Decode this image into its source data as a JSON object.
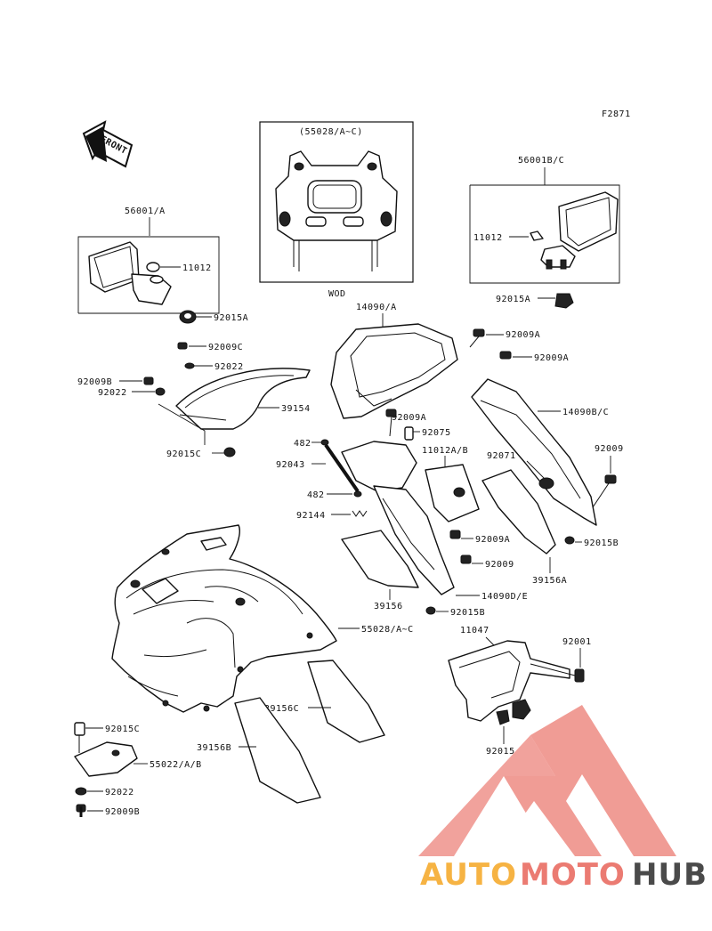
{
  "diagram": {
    "ref_code": "F2871",
    "front_label": "FRONT",
    "inset_caption": "WOD",
    "colors": {
      "line": "#111111",
      "watermark_red": "#e8645a",
      "watermark_orange": "#f5a623",
      "watermark_dark": "#2b2b2b"
    }
  },
  "labels": {
    "l_56001A": "56001/A",
    "l_11012_left": "11012",
    "l_92015A_left": "92015A",
    "l_55028_inset": "(55028/A~C)",
    "l_56001BC": "56001B/C",
    "l_11012_right": "11012",
    "l_92015A_right": "92015A",
    "l_14090A": "14090/A",
    "l_92009A_1": "92009A",
    "l_92009A_2": "92009A",
    "l_92009C": "92009C",
    "l_92022_top": "92022",
    "l_92009B_left": "92009B",
    "l_92022_left": "92022",
    "l_39154": "39154",
    "l_92015C_mid": "92015C",
    "l_92009A_3": "92009A",
    "l_14090BC": "14090B/C",
    "l_92075": "92075",
    "l_482_top": "482",
    "l_11012AB": "11012A/B",
    "l_92043": "92043",
    "l_92071": "92071",
    "l_92009_right": "92009",
    "l_482_bot": "482",
    "l_92144": "92144",
    "l_92009A_4": "92009A",
    "l_92015B_right": "92015B",
    "l_92009_mid": "92009",
    "l_39156A": "39156A",
    "l_39156": "39156",
    "l_14090DE": "14090D/E",
    "l_92015B_mid": "92015B",
    "l_55028AC": "55028/A~C",
    "l_11047": "11047",
    "l_92001": "92001",
    "l_39156C": "39156C",
    "l_92015C_bot": "92015C",
    "l_39156B": "39156B",
    "l_55022AB": "55022/A/B",
    "l_92015_bot": "92015",
    "l_92022_bot": "92022",
    "l_92009B_bot": "92009B"
  },
  "watermark": {
    "part1": "AUTO",
    "part2": "MOTO",
    "part3": "HUB"
  }
}
